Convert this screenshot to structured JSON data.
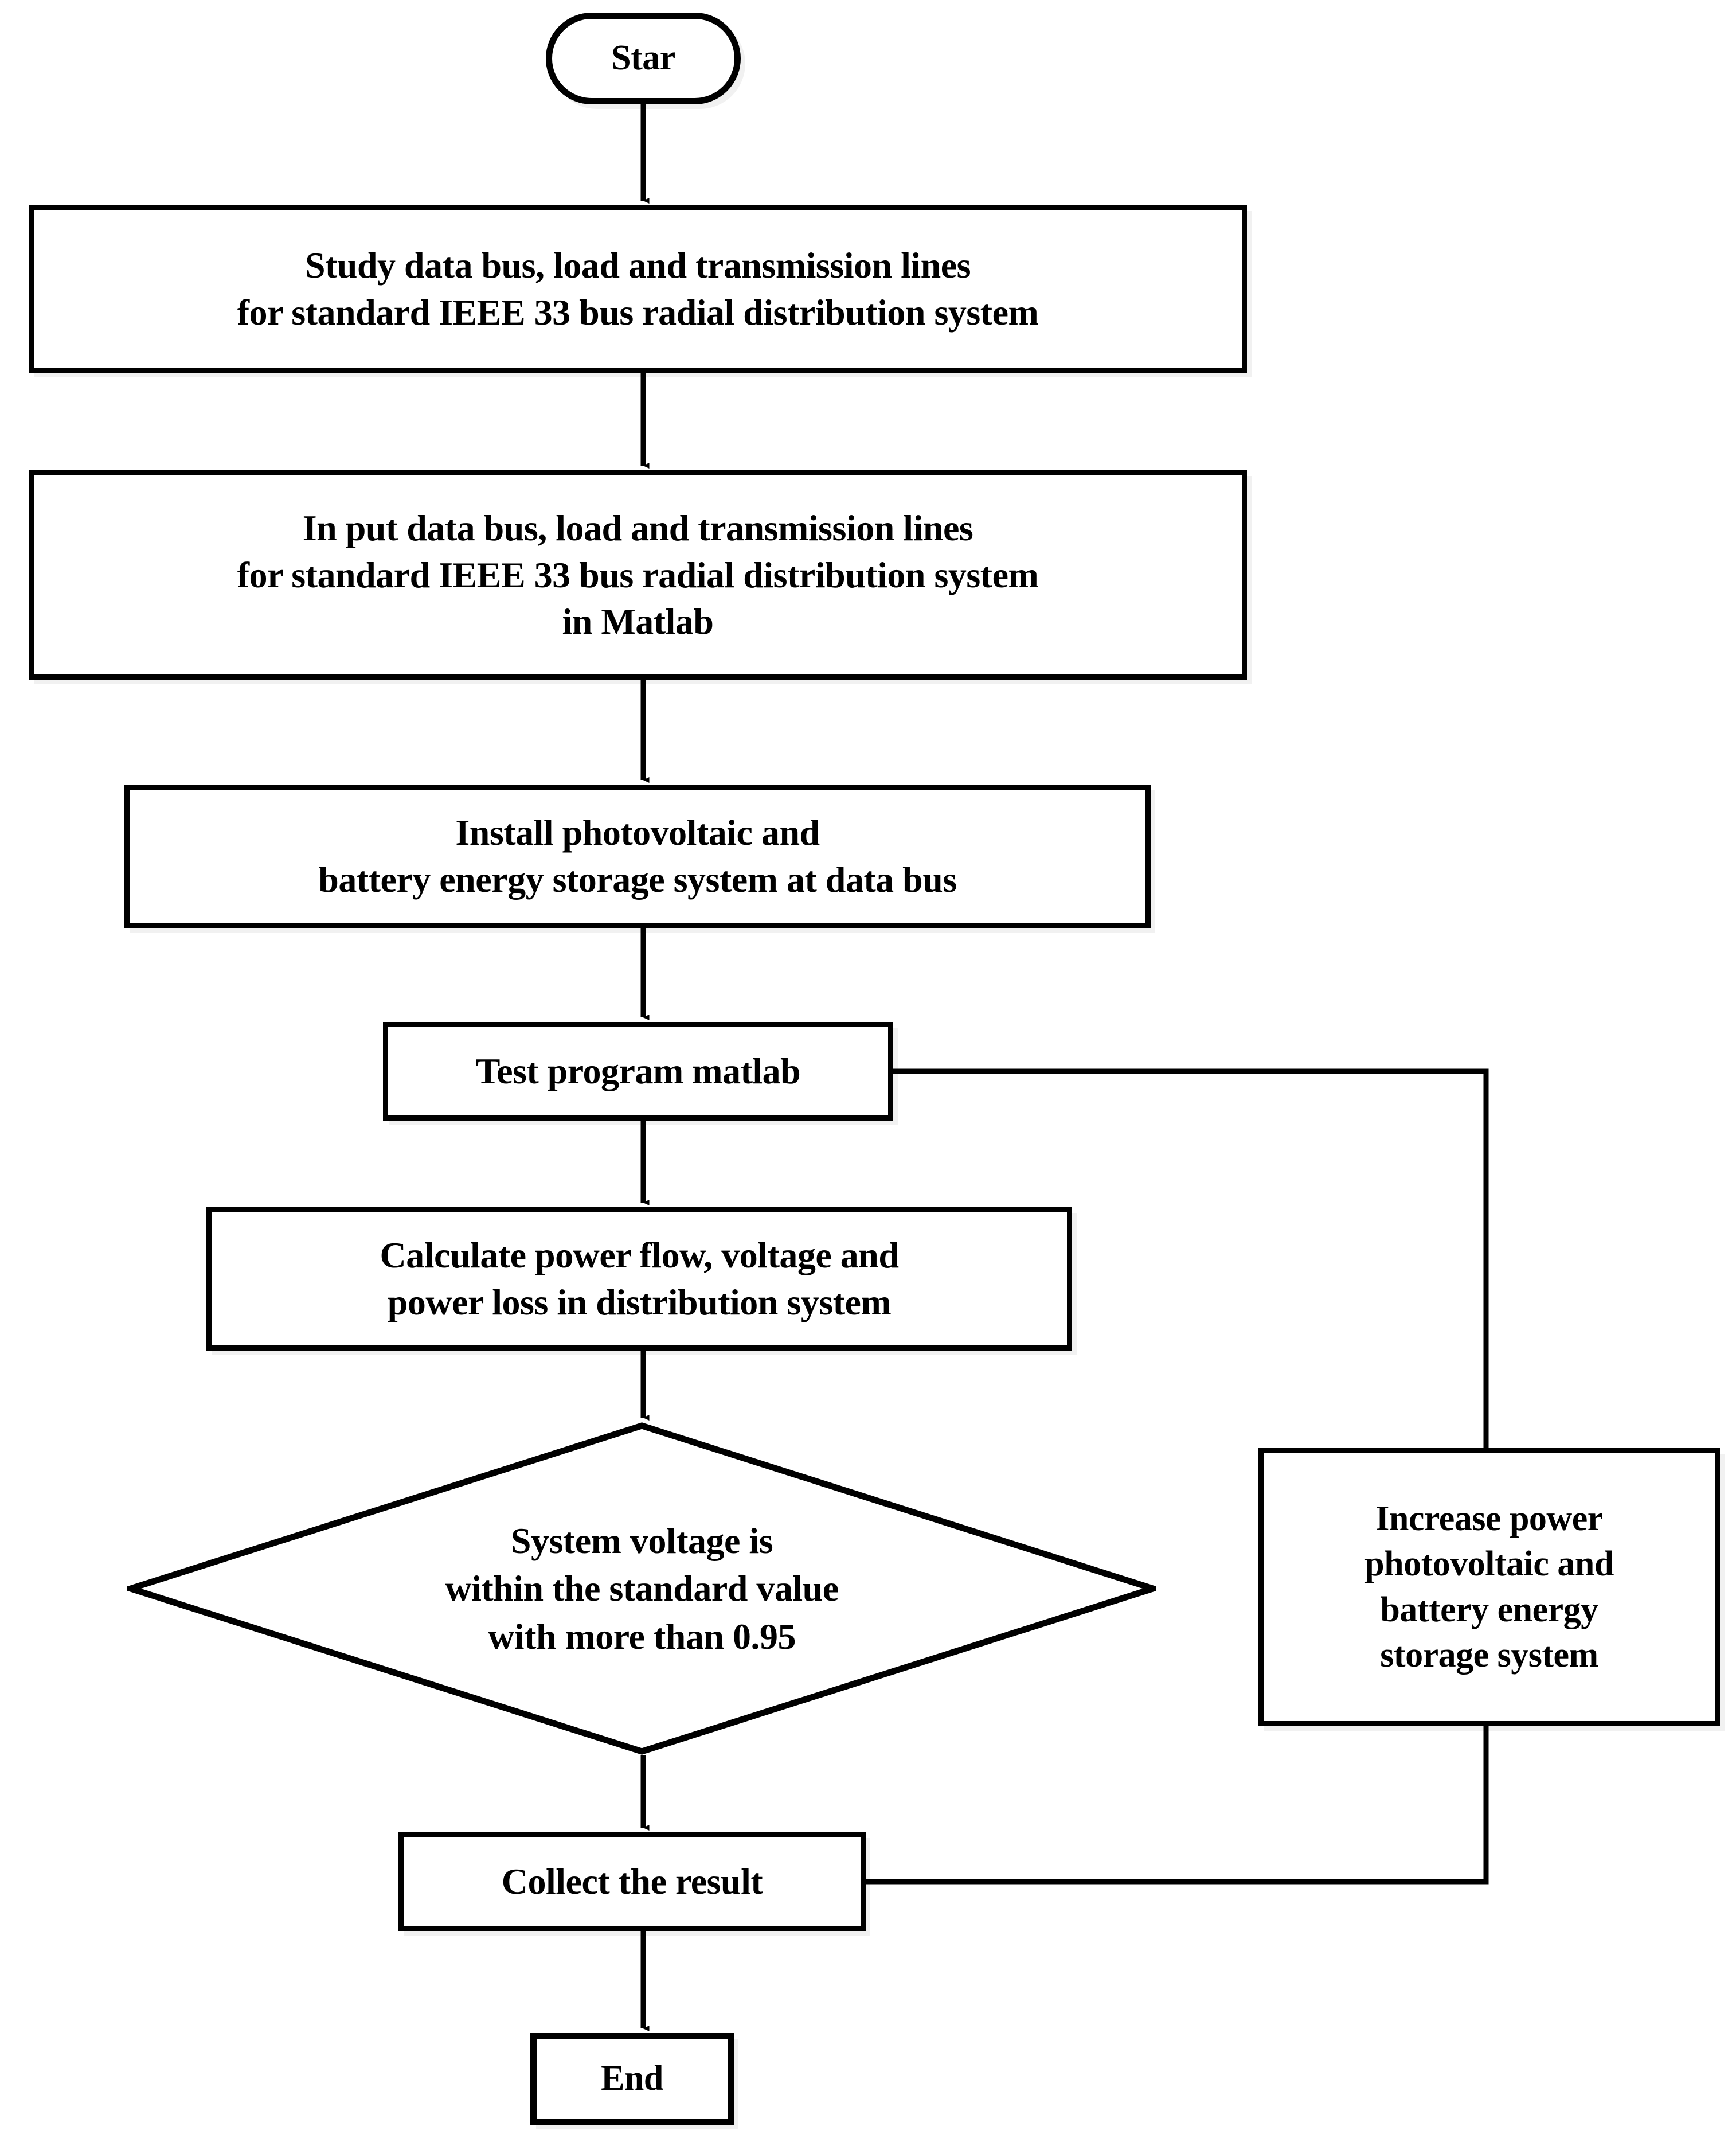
{
  "diagram": {
    "title": "Flowchart of IEEE 33 bus radial distribution system study with PV and BESS",
    "colors": {
      "stroke": "#000000",
      "fill": "#ffffff",
      "shadow": "#e8e8e8"
    },
    "nodes": {
      "start": {
        "shape": "terminator",
        "label": "Star"
      },
      "study": {
        "shape": "process",
        "label": "Study data bus, load and transmission lines\nfor standard IEEE 33 bus radial distribution system"
      },
      "input": {
        "shape": "process",
        "label": "In put data bus, load and transmission lines\nfor standard IEEE 33 bus radial distribution system\nin Matlab"
      },
      "install": {
        "shape": "process",
        "label": "Install photovoltaic and\nbattery energy storage system at data bus"
      },
      "test": {
        "shape": "process",
        "label": "Test program matlab"
      },
      "calculate": {
        "shape": "process",
        "label": "Calculate power flow, voltage and\npower loss in distribution system"
      },
      "decision": {
        "shape": "diamond",
        "label": "System voltage is\nwithin the standard value\nwith more than 0.95"
      },
      "increase": {
        "shape": "process",
        "label": "Increase power\nphotovoltaic and\nbattery energy\nstorage system"
      },
      "collect": {
        "shape": "process",
        "label": "Collect the result"
      },
      "end": {
        "shape": "terminator",
        "label": "End"
      }
    },
    "edges": [
      {
        "from": "start",
        "to": "study",
        "type": "arrow-down",
        "label": ""
      },
      {
        "from": "study",
        "to": "input",
        "type": "arrow-down",
        "label": ""
      },
      {
        "from": "input",
        "to": "install",
        "type": "arrow-down",
        "label": ""
      },
      {
        "from": "install",
        "to": "test",
        "type": "arrow-down",
        "label": ""
      },
      {
        "from": "test",
        "to": "calculate",
        "type": "arrow-down",
        "label": ""
      },
      {
        "from": "calculate",
        "to": "decision",
        "type": "arrow-down",
        "label": ""
      },
      {
        "from": "decision",
        "to": "collect",
        "type": "arrow-down",
        "label": ""
      },
      {
        "from": "collect",
        "to": "end",
        "type": "arrow-down",
        "label": ""
      },
      {
        "from": "test",
        "to": "increase",
        "type": "elbow-right-down",
        "label": ""
      },
      {
        "from": "collect",
        "to": "increase",
        "type": "elbow-right-up",
        "label": ""
      }
    ]
  }
}
